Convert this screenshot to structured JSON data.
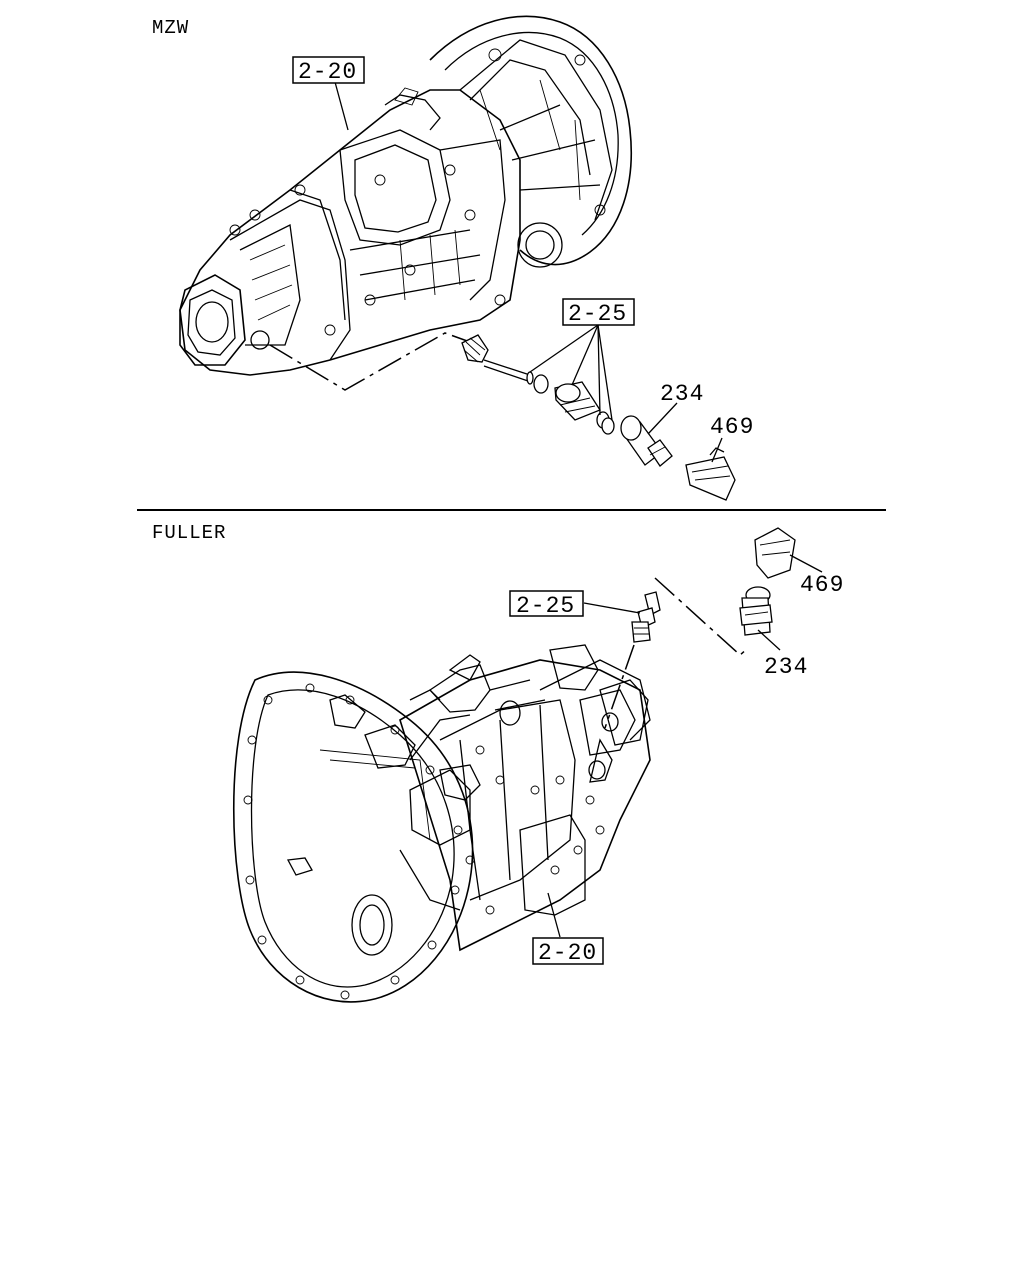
{
  "sections": {
    "top": {
      "title": "MZW",
      "ref_boxes": [
        "2-20",
        "2-25"
      ],
      "part_numbers": [
        "234",
        "469"
      ]
    },
    "bottom": {
      "title": "FULLER",
      "ref_boxes": [
        "2-25",
        "2-20"
      ],
      "part_numbers": [
        "469",
        "234"
      ]
    }
  }
}
